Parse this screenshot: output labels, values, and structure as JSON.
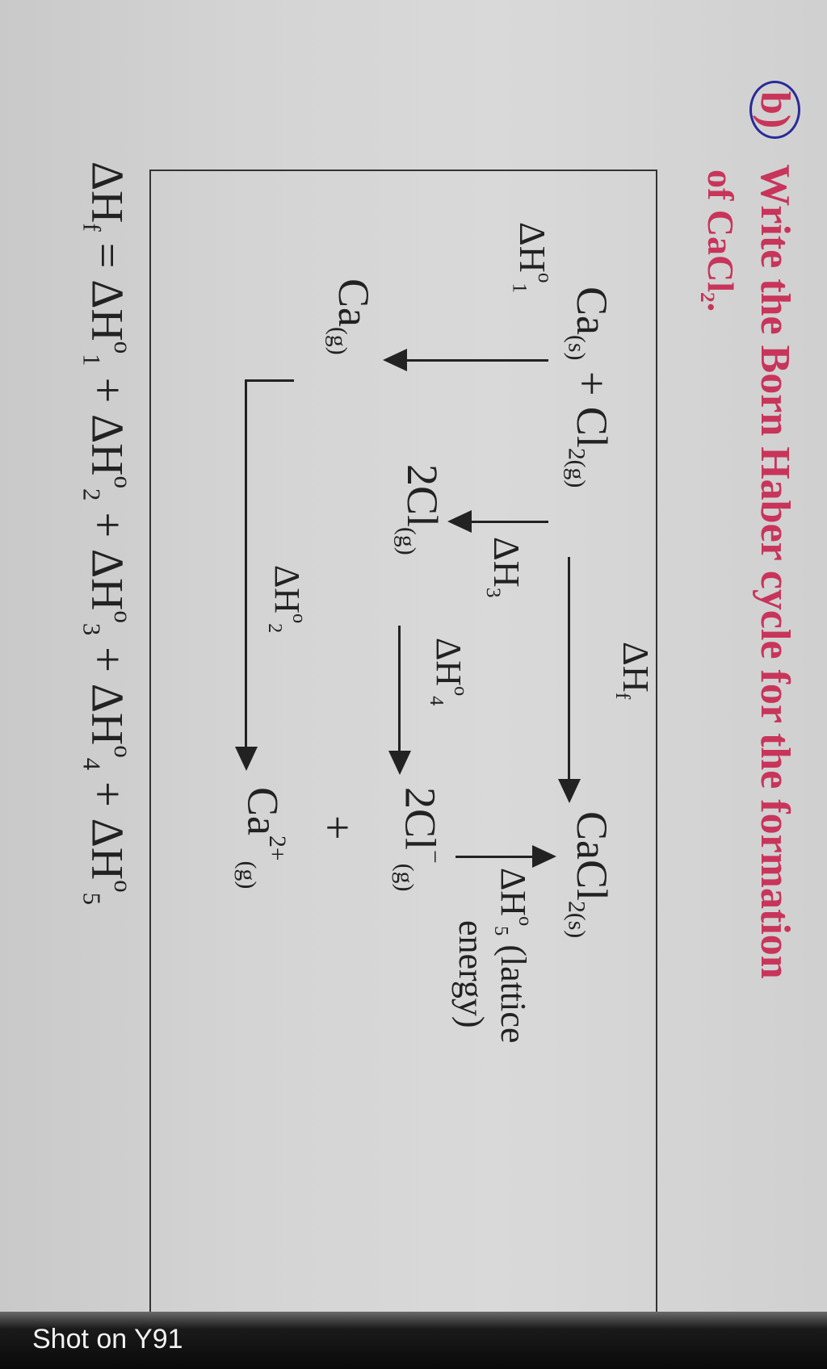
{
  "question": {
    "label": "b)",
    "line1": "Write the Born Haber cycle for the formation",
    "line2_prefix": "of CaCl",
    "line2_sub": "2",
    "line2_suffix": ".",
    "color": "#c8345a"
  },
  "diagram": {
    "reactant_ca": "Ca",
    "reactant_ca_state": "(s)",
    "plus": "+",
    "reactant_cl": "Cl",
    "reactant_cl_state": "2(g)",
    "product": "CaCl",
    "product_state": "2(s)",
    "dHf_label": "ΔH",
    "dHf_sub": "f",
    "dH1_label": "ΔH",
    "dH1_sup": "o",
    "dH1_sub": "1",
    "dH3_label": "ΔH",
    "dH3_sub": "3",
    "ca_gas": "Ca",
    "ca_gas_state": "(g)",
    "cl_gas": "2Cl",
    "cl_gas_state": "(g)",
    "dH4_label": "ΔH",
    "dH4_sup": "o",
    "dH4_sub": "4",
    "cl_ion": "2Cl",
    "cl_ion_sup": "−",
    "cl_ion_state": "(g)",
    "ion_plus": "+",
    "ca_ion": "Ca",
    "ca_ion_sup": "2+",
    "ca_ion_state": "(g)",
    "dH2_label": "ΔH",
    "dH2_sup": "o",
    "dH2_sub": "2",
    "dH5_label": "ΔH",
    "dH5_sup": "o",
    "dH5_sub": "5",
    "dH5_note_line1": "(lattice",
    "dH5_note_line2": "energy)"
  },
  "equation": {
    "lhs": "ΔH",
    "lhs_sub": "f",
    "eq": "=",
    "terms": [
      {
        "label": "ΔH",
        "sup": "o",
        "sub": "1"
      },
      {
        "label": "ΔH",
        "sup": "o",
        "sub": "2"
      },
      {
        "label": "ΔH",
        "sup": "o",
        "sub": "3"
      },
      {
        "label": "ΔH",
        "sup": "o",
        "sub": "4"
      },
      {
        "label": "ΔH",
        "sup": "o",
        "sub": "5"
      }
    ],
    "plus": "+"
  },
  "watermark": "Shot on Y91"
}
